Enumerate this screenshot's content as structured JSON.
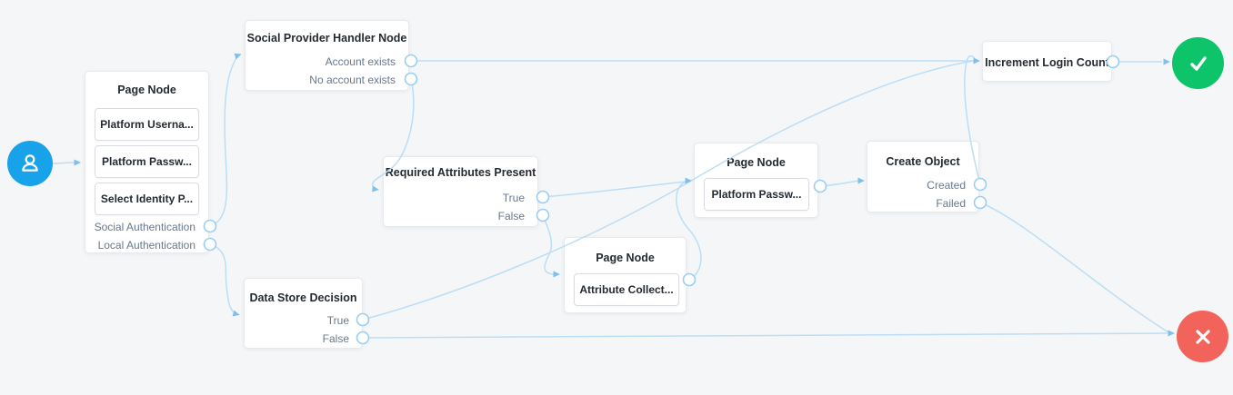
{
  "colors": {
    "start_node": "#18a2ea",
    "success_node": "#0ec46a",
    "failure_node": "#f2635c",
    "edge": "#bcdef5",
    "port_border": "#9acef2",
    "output_label_text": "#69788c",
    "title_text": "#242a31"
  },
  "nodes": {
    "start": {
      "icon": "user-icon"
    },
    "page_node_1": {
      "title": "Page Node",
      "buttons": [
        "Platform Userna...",
        "Platform Passw...",
        "Select Identity P..."
      ],
      "outputs": [
        "Social Authentication",
        "Local Authentication"
      ]
    },
    "social_provider_handler": {
      "title": "Social Provider Handler Node",
      "outputs": [
        "Account exists",
        "No account exists"
      ]
    },
    "required_attributes_present": {
      "title": "Required Attributes Present",
      "outputs": [
        "True",
        "False"
      ]
    },
    "data_store_decision": {
      "title": "Data Store Decision",
      "outputs": [
        "True",
        "False"
      ]
    },
    "page_node_attribute_collector": {
      "title": "Page Node",
      "buttons": [
        "Attribute Collect..."
      ]
    },
    "page_node_password_collector": {
      "title": "Page Node",
      "buttons": [
        "Platform Passw..."
      ]
    },
    "create_object": {
      "title": "Create Object",
      "outputs": [
        "Created",
        "Failed"
      ]
    },
    "increment_login_count": {
      "title": "Increment Login Count"
    },
    "success": {
      "icon": "check-icon"
    },
    "failure": {
      "icon": "x-icon"
    }
  }
}
